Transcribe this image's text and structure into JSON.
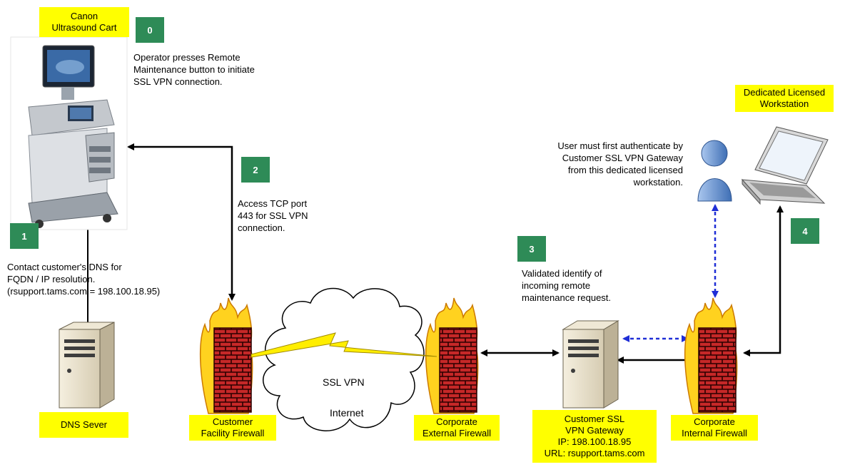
{
  "labels": {
    "cart": "Canon\nUltrasound Cart",
    "dns": "DNS Sever",
    "customer_fw": "Customer\nFacility Firewall",
    "corp_ext_fw": "Corporate\nExternal Firewall",
    "vpn_gateway": "Customer SSL\nVPN Gateway\nIP: 198.100.18.95\nURL: rsupport.tams.com",
    "corp_int_fw": "Corporate\nInternal Firewall",
    "workstation": "Dedicated Licensed\nWorkstation"
  },
  "steps": [
    "0",
    "1",
    "2",
    "3",
    "4"
  ],
  "notes": {
    "step0": "Operator presses Remote\nMaintenance  button to initiate\nSSL VPN connection.",
    "step1": "Contact customer's DNS for\nFQDN / IP resolution.\n(rsupport.tams.com = 198.100.18.95)",
    "step2": "Access TCP port\n443 for SSL VPN\nconnection.",
    "step3": "Validated identify of\nincoming remote\nmaintenance request.",
    "user": "User must first authenticate by\nCustomer SSL VPN Gateway\nfrom this dedicated licensed\nworkstation."
  },
  "cloud": {
    "ssl_vpn": "SSL VPN",
    "internet": "Internet"
  },
  "colors": {
    "label_bg": "#ffff00",
    "step_bg": "#2e8b57",
    "brick": "#b71c1c",
    "flame": "#ffd21f",
    "link_dashed": "#1f2ed6",
    "lightning": "#ffee00"
  }
}
